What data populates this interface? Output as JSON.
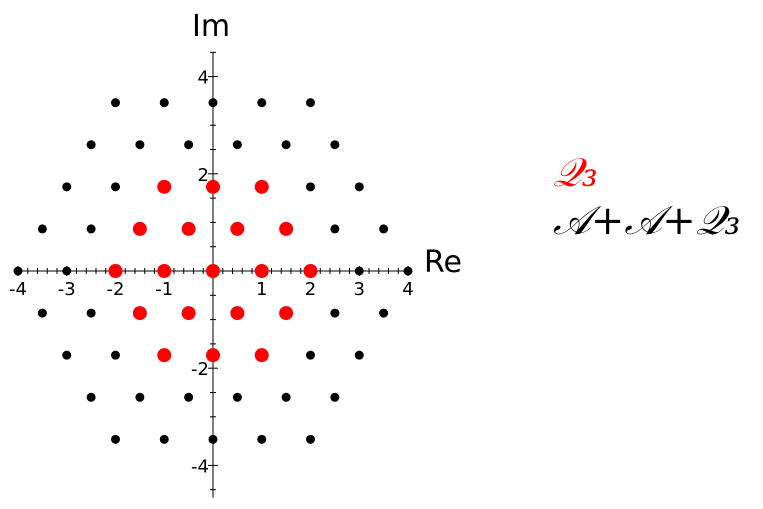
{
  "chart_data": {
    "type": "scatter",
    "title": "",
    "xlabel": "Re",
    "ylabel": "Im",
    "xlim": [
      -4,
      4
    ],
    "ylim": [
      -4.5,
      4.5
    ],
    "x_ticks": [
      -4,
      -3,
      -1,
      0,
      1,
      2,
      3,
      4
    ],
    "x_tick_labels": [
      "-4",
      "-3",
      "-2",
      "-1",
      "",
      "1",
      "2",
      "3",
      "4"
    ],
    "y_tick_labels": [
      "4",
      "2",
      "-2",
      "-4"
    ],
    "grid": false,
    "legend_position": "right",
    "series": [
      {
        "name": "A + A + Q3",
        "color": "#000000",
        "marker_size": "small",
        "points": [
          [
            -2,
            3.464
          ],
          [
            -1,
            3.464
          ],
          [
            0,
            3.464
          ],
          [
            1,
            3.464
          ],
          [
            2,
            3.464
          ],
          [
            -2.5,
            2.598
          ],
          [
            -1.5,
            2.598
          ],
          [
            -0.5,
            2.598
          ],
          [
            0.5,
            2.598
          ],
          [
            1.5,
            2.598
          ],
          [
            2.5,
            2.598
          ],
          [
            -3,
            1.732
          ],
          [
            -2,
            1.732
          ],
          [
            2,
            1.732
          ],
          [
            3,
            1.732
          ],
          [
            -3.5,
            0.866
          ],
          [
            -2.5,
            0.866
          ],
          [
            2.5,
            0.866
          ],
          [
            3.5,
            0.866
          ],
          [
            -4,
            0
          ],
          [
            -3,
            0
          ],
          [
            3,
            0
          ],
          [
            4,
            0
          ],
          [
            -3.5,
            -0.866
          ],
          [
            -2.5,
            -0.866
          ],
          [
            2.5,
            -0.866
          ],
          [
            3.5,
            -0.866
          ],
          [
            -3,
            -1.732
          ],
          [
            -2,
            -1.732
          ],
          [
            2,
            -1.732
          ],
          [
            3,
            -1.732
          ],
          [
            -2.5,
            -2.598
          ],
          [
            -1.5,
            -2.598
          ],
          [
            -0.5,
            -2.598
          ],
          [
            0.5,
            -2.598
          ],
          [
            1.5,
            -2.598
          ],
          [
            2.5,
            -2.598
          ],
          [
            -2,
            -3.464
          ],
          [
            -1,
            -3.464
          ],
          [
            0,
            -3.464
          ],
          [
            1,
            -3.464
          ],
          [
            2,
            -3.464
          ]
        ]
      },
      {
        "name": "Q3",
        "color": "#ff0000",
        "marker_size": "large",
        "points": [
          [
            -1,
            1.732
          ],
          [
            0,
            1.732
          ],
          [
            1,
            1.732
          ],
          [
            -1.5,
            0.866
          ],
          [
            -0.5,
            0.866
          ],
          [
            0.5,
            0.866
          ],
          [
            1.5,
            0.866
          ],
          [
            -2,
            0
          ],
          [
            -1,
            0
          ],
          [
            0,
            0
          ],
          [
            1,
            0
          ],
          [
            2,
            0
          ],
          [
            -1.5,
            -0.866
          ],
          [
            -0.5,
            -0.866
          ],
          [
            0.5,
            -0.866
          ],
          [
            1.5,
            -0.866
          ],
          [
            -1,
            -1.732
          ],
          [
            0,
            -1.732
          ],
          [
            1,
            -1.732
          ]
        ]
      }
    ]
  },
  "legend": {
    "red_label": "𝒬₃",
    "black_label": "𝒜+𝒜+𝒬₃"
  }
}
